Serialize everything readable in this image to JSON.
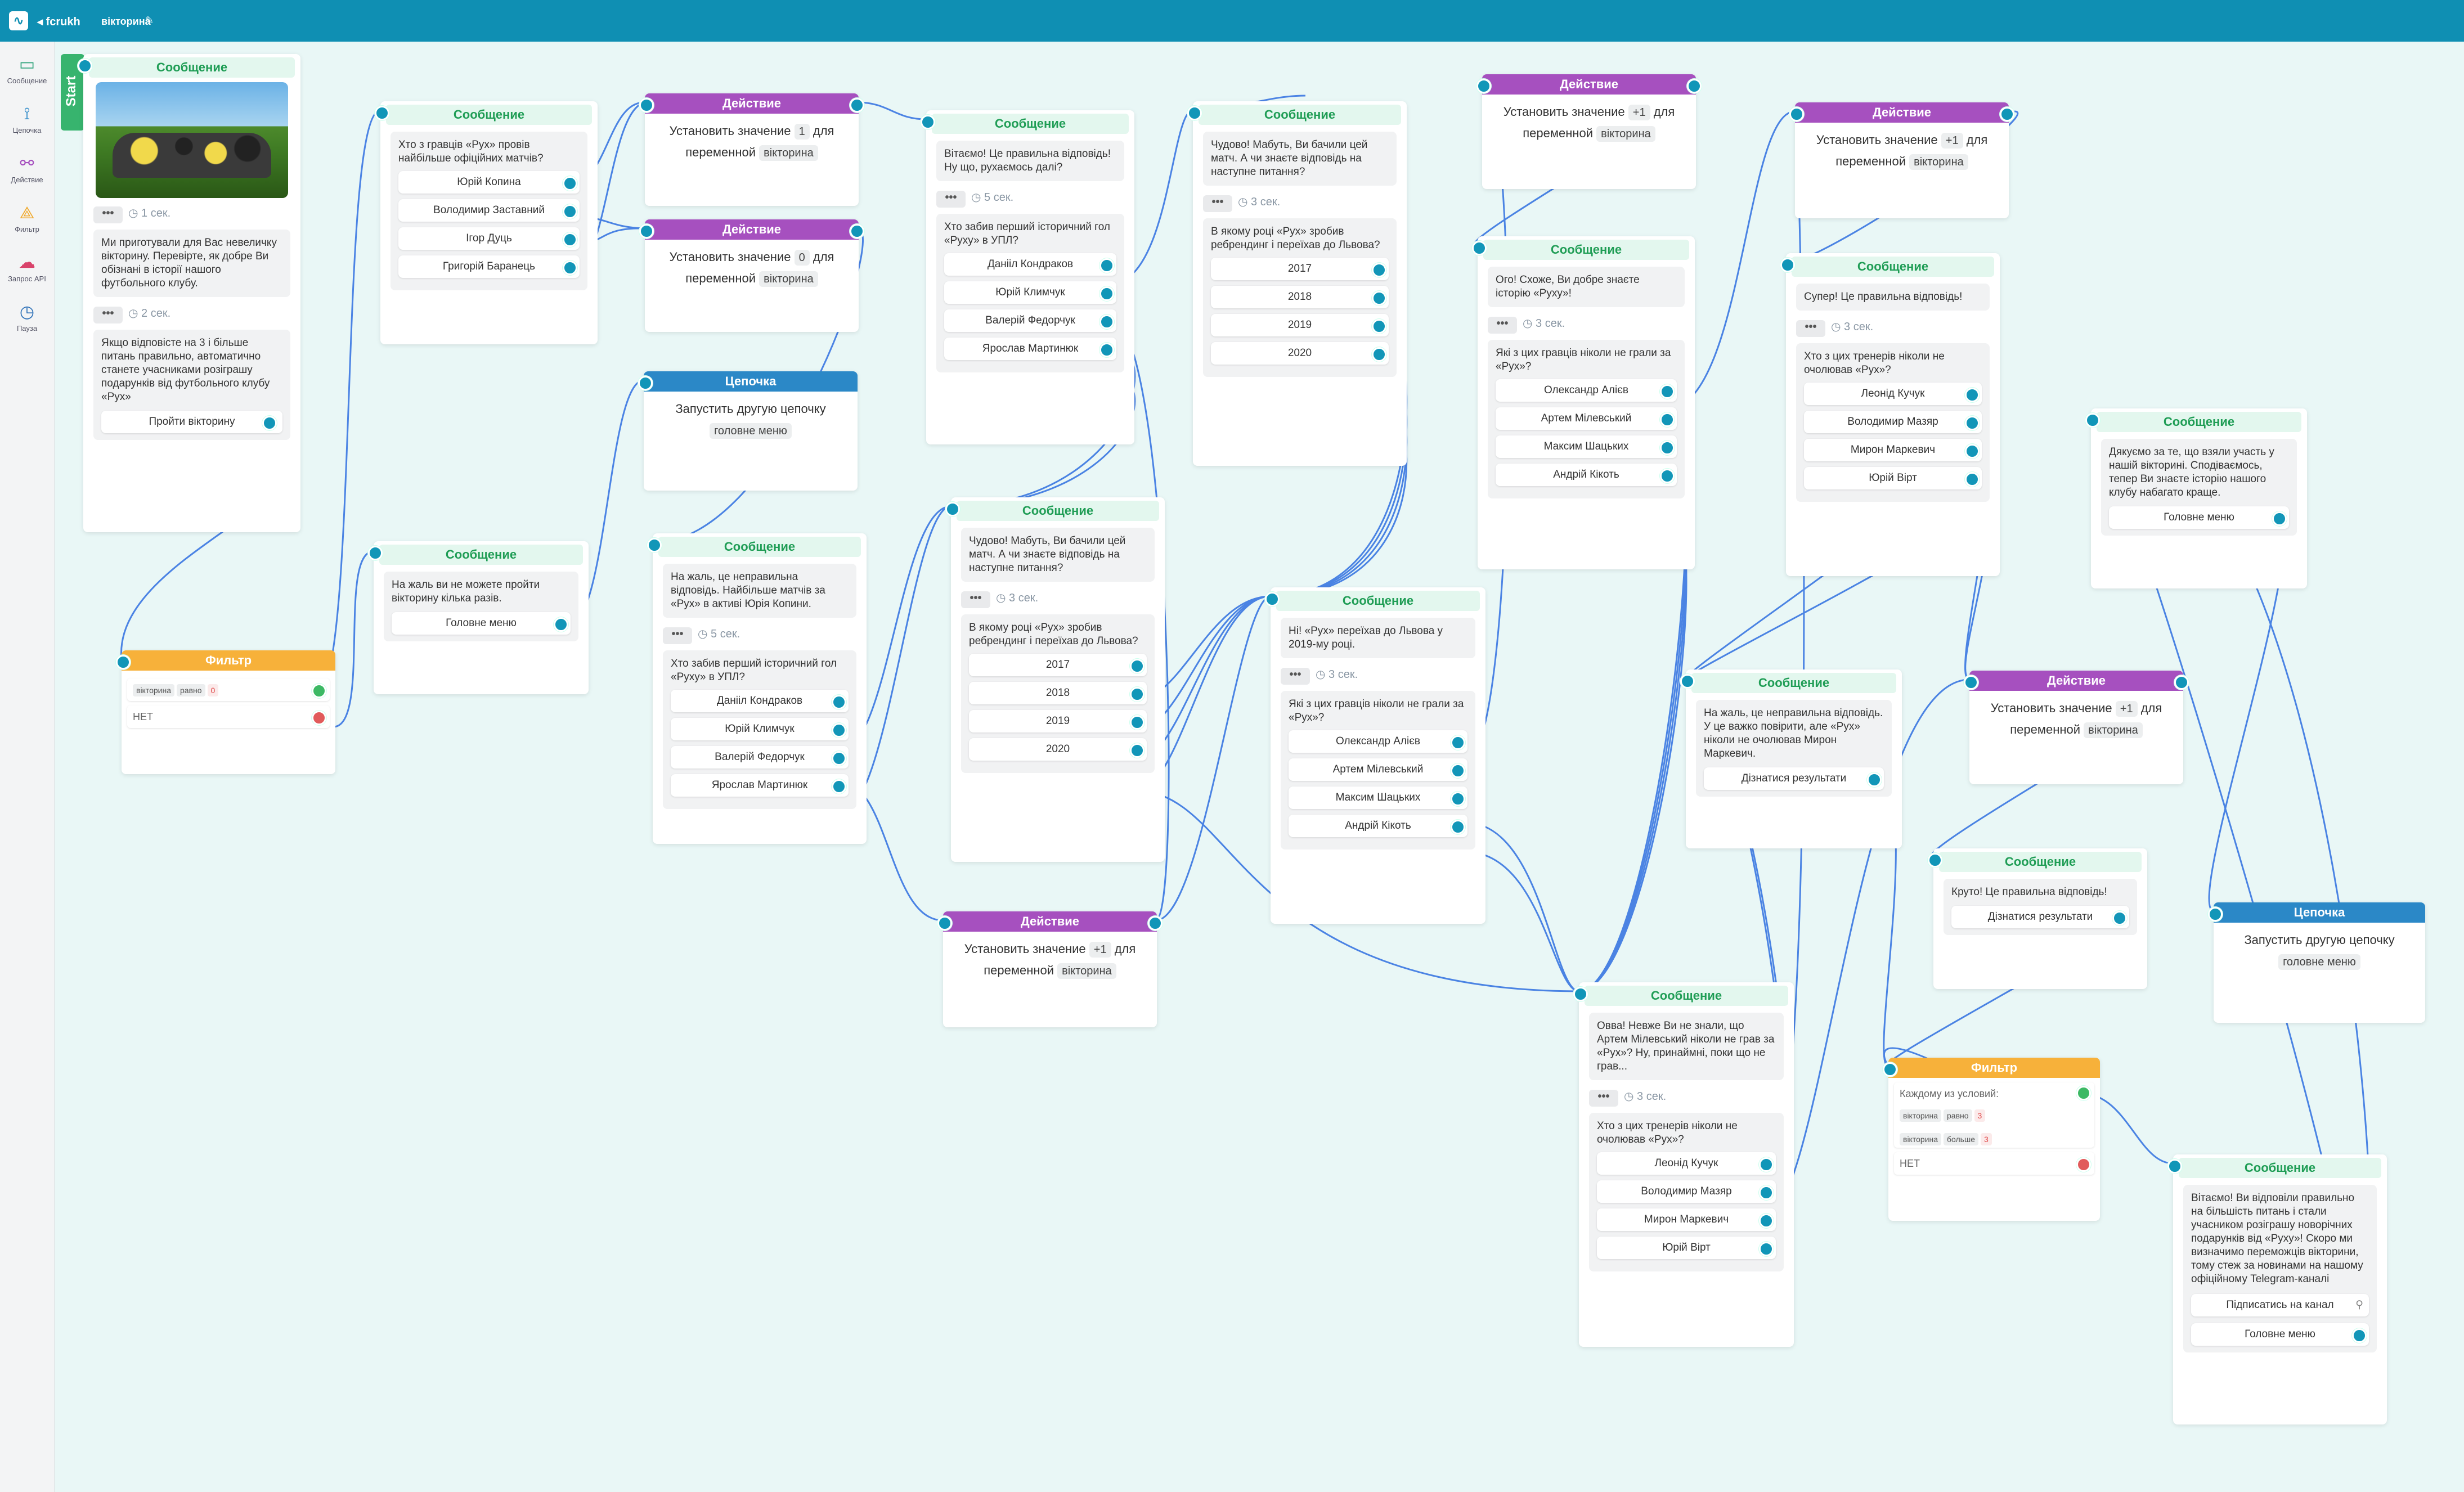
{
  "topbar": {
    "back": "◂ fcrukh",
    "bot_name": "вікторина"
  },
  "sidebar": [
    {
      "label": "Сообщение",
      "icon": "message-icon",
      "color": "#2ea37a"
    },
    {
      "label": "Цепочка",
      "icon": "chain-icon",
      "color": "#2b88c7"
    },
    {
      "label": "Действие",
      "icon": "action-icon",
      "color": "#a650bf"
    },
    {
      "label": "Фильтр",
      "icon": "filter-icon",
      "color": "#f0a82a"
    },
    {
      "label": "Запрос API",
      "icon": "api-icon",
      "color": "#d9436b"
    },
    {
      "label": "Пауза",
      "icon": "pause-icon",
      "color": "#2b6fb7"
    }
  ],
  "headers": {
    "message": "Сообщение",
    "action": "Действие",
    "chain": "Цепочка",
    "filter": "Фильтр",
    "start": "Start"
  },
  "text": {
    "set_value": "Установить значение",
    "for_var": "для",
    "variable": "переменной",
    "var_name": "вікторина",
    "run_chain": "Запустить другую цепочку",
    "main_menu_chain": "головне меню",
    "net": "НЕТ",
    "any_cond": "Каждому из условий:",
    "eq": "равно",
    "gt": "больше"
  },
  "n1": {
    "pause1": "1 сек.",
    "b1": "Ми приготували для Вас невеличку вікторину. Перевірте, як добре Ви обізнані в історії нашого футбольного клубу.",
    "pause2": "2 сек.",
    "b2": "Якщо відповісте на 3 і більше питань правильно, автоматично станете учасниками розіграшу подарунків від футбольного клубу «Рух»",
    "btn": "Пройти вікторину"
  },
  "n2": {
    "q": "Хто з гравців «Рух» провів найбільше офіційних матчів?",
    "opts": [
      "Юрій Копина",
      "Володимир Заставний",
      "Ігор Дуць",
      "Григорій Баранець"
    ]
  },
  "a1": {
    "value": "1"
  },
  "a2": {
    "value": "0"
  },
  "n3": {
    "b": "На жаль ви не можете пройти вікторину кілька разів.",
    "btn": "Головне меню"
  },
  "f1": {
    "chip_var": "вікторина",
    "chip_op": "равно",
    "chip_val": "0"
  },
  "n4": {
    "b1": "Вітаємо! Це правильна відповідь! Ну що, рухаємось далі?",
    "pause": "5 сек.",
    "q": "Хто забив перший історичний гол «Руху» в УПЛ?",
    "opts": [
      "Данііл Кондраков",
      "Юрій Климчук",
      "Валерій Федорчук",
      "Ярослав Мартинюк"
    ]
  },
  "n5": {
    "b1": "На жаль, це неправильна відповідь. Найбільше матчів за «Рух» в активі Юрія Копини.",
    "pause": "5 сек.",
    "q": "Хто забив перший історичний гол «Руху» в УПЛ?",
    "opts": [
      "Данііл Кондраков",
      "Юрій Климчук",
      "Валерій Федорчук",
      "Ярослав Мартинюк"
    ]
  },
  "n6": {
    "b1": "Чудово! Мабуть, Ви бачили цей матч. А чи знаєте відповідь на наступне питання?",
    "pause": "3 сек.",
    "q": "В якому році «Рух» зробив ребрендинг і переїхав до Львова?",
    "opts": [
      "2017",
      "2018",
      "2019",
      "2020"
    ]
  },
  "n7": {
    "b1": "Чудово! Мабуть, Ви бачили цей матч. А чи знаєте відповідь на наступне питання?",
    "pause": "3 сек.",
    "q": "В якому році «Рух» зробив ребрендинг і переїхав до Львова?",
    "opts": [
      "2017",
      "2018",
      "2019",
      "2020"
    ]
  },
  "a3": {
    "value": "+1"
  },
  "a4": {
    "value": "+1"
  },
  "n8": {
    "b1": "Ого! Схоже, Ви добре знаєте історію «Руху»!",
    "pause": "3 сек.",
    "q": "Які з цих гравців ніколи не грали за «Рух»?",
    "opts": [
      "Олександр Алієв",
      "Артем Мілевський",
      "Максим Шацьких",
      "Андрій Кікоть"
    ]
  },
  "n9": {
    "b1": "Ні! «Рух» переїхав до Львова у 2019-му році.",
    "pause": "3 сек.",
    "q": "Які з цих гравців ніколи не грали за «Рух»?",
    "opts": [
      "Олександр Алієв",
      "Артем Мілевський",
      "Максим Шацьких",
      "Андрій Кікоть"
    ]
  },
  "a5": {
    "value": "+1"
  },
  "n10": {
    "b1": "Супер! Це правильна відповідь!",
    "pause": "3 сек.",
    "q": "Хто з цих тренерів ніколи не очолював «Рух»?",
    "opts": [
      "Леонід Кучук",
      "Володимир Мазяр",
      "Мирон Маркевич",
      "Юрій Вірт"
    ]
  },
  "n11": {
    "b1": "Овва! Невже Ви не знали, що Артем Мілевський ніколи не грав за «Рух»? Ну, принаймні, поки що не грав...",
    "pause": "3 сек.",
    "q": "Хто з цих тренерів ніколи не очолював «Рух»?",
    "opts": [
      "Леонід Кучук",
      "Володимир Мазяр",
      "Мирон Маркевич",
      "Юрій Вірт"
    ]
  },
  "n12": {
    "b1": "На жаль, це неправильна відповідь. У це важко повірити, але «Рух» ніколи не очолював Мирон Маркевич.",
    "btn": "Дізнатися результати"
  },
  "a6": {
    "value": "+1"
  },
  "n13": {
    "b1": "Круто! Це правильна відповідь!",
    "btn": "Дізнатися результати"
  },
  "n14": {
    "b1": "Дякуємо за те, що взяли участь у нашій вікторині. Сподіваємось, тепер Ви знаєте історію нашого клубу набагато краще.",
    "btn": "Головне меню"
  },
  "f2": {
    "c1var": "вікторина",
    "c1val": "3",
    "c2var": "вікторина",
    "c2val": "3"
  },
  "n15": {
    "b1": "Вітаємо! Ви відповіли правильно на більшість питань і стали учасником розіграшу новорічних подарунків від «Руху»! Скоро ми визначимо переможців вікторини, тому стеж за новинами на нашому офіційному Telegram-каналі",
    "btn1": "Підписатись на канал",
    "btn2": "Головне меню"
  }
}
